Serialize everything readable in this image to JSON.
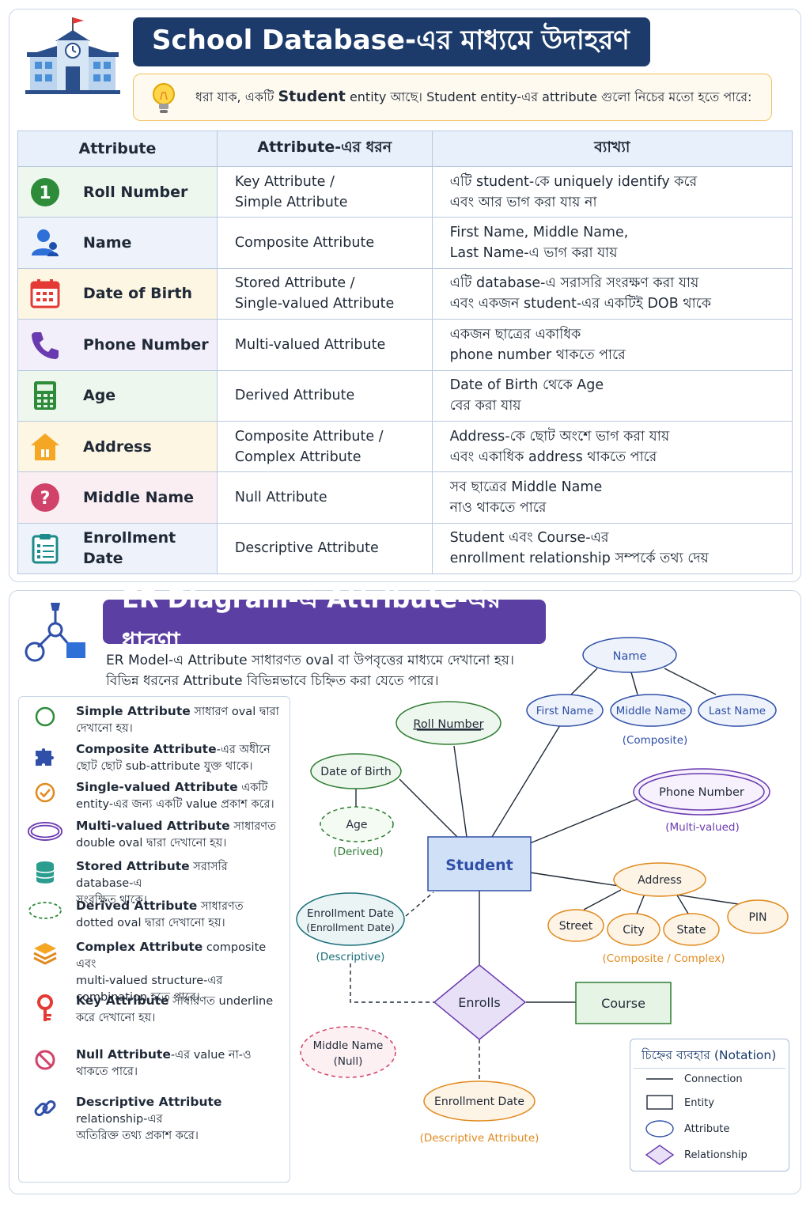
{
  "top": {
    "title": "School Database-এর মাধ্যমে উদাহরণ",
    "intro_pre": "ধরা যাক, একটি ",
    "intro_bold": "Student",
    "intro_post": " entity আছে। Student entity-এর attribute গুলো নিচের মতো হতে পারে:",
    "table": {
      "headers": [
        "Attribute",
        "Attribute-এর ধরন",
        "ব্যাখ্যা"
      ],
      "rows": [
        {
          "icon": "number-one-icon",
          "name": "Roll Number",
          "type": [
            "Key Attribute /",
            "Simple Attribute"
          ],
          "desc": [
            "এটি student-কে uniquely identify করে",
            "এবং আর ভাগ করা যায় না"
          ]
        },
        {
          "icon": "user-icon",
          "name": "Name",
          "type": [
            "Composite Attribute"
          ],
          "desc": [
            "First Name, Middle Name,",
            "Last Name-এ ভাগ করা যায়"
          ]
        },
        {
          "icon": "calendar-icon",
          "name": "Date of Birth",
          "type": [
            "Stored Attribute /",
            "Single-valued Attribute"
          ],
          "desc": [
            "এটি database-এ সরাসরি সংরক্ষণ করা যায়",
            "এবং একজন student-এর একটিই DOB থাকে"
          ]
        },
        {
          "icon": "phone-icon",
          "name": "Phone Number",
          "type": [
            "Multi-valued Attribute"
          ],
          "desc": [
            "একজন ছাত্রের একাধিক",
            "phone number থাকতে পারে"
          ]
        },
        {
          "icon": "calculator-icon",
          "name": "Age",
          "type": [
            "Derived Attribute"
          ],
          "desc": [
            "Date of Birth থেকে Age",
            "বের করা যায়"
          ]
        },
        {
          "icon": "house-icon",
          "name": "Address",
          "type": [
            "Composite Attribute /",
            "Complex Attribute"
          ],
          "desc": [
            "Address-কে ছোট অংশে ভাগ করা যায়",
            "এবং একাধিক address থাকতে পারে"
          ]
        },
        {
          "icon": "question-icon",
          "name": "Middle Name",
          "type": [
            "Null Attribute"
          ],
          "desc": [
            "সব ছাত্রের Middle Name",
            "নাও থাকতে পারে"
          ]
        },
        {
          "icon": "clipboard-icon",
          "name": "Enrollment Date",
          "type": [
            "Descriptive Attribute"
          ],
          "desc": [
            "Student এবং Course-এর",
            "enrollment relationship সম্পর্কে তথ্য দেয়"
          ]
        }
      ]
    },
    "colors": {
      "banner": "#1c3b6b",
      "table_header": "#e8f0fb",
      "row_tints": [
        "#eef7ee",
        "#eef3fb",
        "#fdf6e3",
        "#f3effa",
        "#eef7ee",
        "#fdf6e3",
        "#fbeef2",
        "#eef3fb"
      ]
    }
  },
  "bottom": {
    "title": "ER Diagram-এ Attribute-এর ধারণা",
    "desc": [
      "ER Model-এ Attribute সাধারণত oval বা উপবৃত্তের মাধ্যমে দেখানো হয়।",
      "বিভিন্ন ধরনের Attribute বিভিন্নভাবে চিহ্নিত করা যেতে পারে।"
    ],
    "legend": [
      {
        "icon": "circle-icon",
        "bold": "Simple Attribute",
        "lines": [
          " সাধারণ oval দ্বারা",
          "দেখানো হয়।"
        ]
      },
      {
        "icon": "puzzle-icon",
        "bold": "Composite Attribute",
        "lines": [
          "-এর অধীনে",
          "ছোট ছোট sub-attribute যুক্ত থাকে।"
        ]
      },
      {
        "icon": "check-circle-icon",
        "bold": "Single-valued Attribute",
        "lines": [
          " একটি",
          "entity-এর জন্য একটি value প্রকাশ করে।"
        ]
      },
      {
        "icon": "double-oval-icon",
        "bold": "Multi-valued Attribute",
        "lines": [
          " সাধারণত",
          "double oval দ্বারা দেখানো হয়।"
        ]
      },
      {
        "icon": "database-icon",
        "bold": "Stored Attribute",
        "lines": [
          " সরাসরি database-এ",
          "সংরক্ষিত থাকে।"
        ]
      },
      {
        "icon": "dashed-oval-icon",
        "bold": "Derived Attribute",
        "lines": [
          " সাধারণত",
          "dotted oval দ্বারা দেখানো হয়।"
        ]
      },
      {
        "icon": "layers-icon",
        "bold": "Complex Attribute",
        "lines": [
          " composite এবং",
          "multi-valued structure-এর",
          "combination হতে পারে।"
        ]
      },
      {
        "icon": "key-icon",
        "bold": "Key Attribute",
        "lines": [
          " সাধারণত underline",
          "করে দেখানো হয়।"
        ]
      },
      {
        "icon": "prohibited-icon",
        "bold": "Null Attribute",
        "lines": [
          "-এর value না-ও",
          "থাকতে পারে।"
        ]
      },
      {
        "icon": "link-icon",
        "bold": "Descriptive Attribute",
        "lines": [
          " relationship-এর",
          "অতিরিক্ত তথ্য প্রকাশ করে।"
        ]
      }
    ],
    "diagram": {
      "name": "Name",
      "first_name": "First Name",
      "middle_name": "Middle Name",
      "last_name": "Last Name",
      "composite_label": "(Composite)",
      "roll_number": "Roll Number",
      "dob": "Date of Birth",
      "age": "Age",
      "derived_label": "(Derived)",
      "phone": "Phone Number",
      "multi_label": "(Multi-valued)",
      "student": "Student",
      "address": "Address",
      "street": "Street",
      "city": "City",
      "state": "State",
      "pin": "PIN",
      "complex_label": "(Composite / Complex)",
      "enroll_date_1": "Enrollment Date",
      "enroll_date_2": "(Enrollment Date)",
      "descriptive_label": "(Descriptive)",
      "enrolls": "Enrolls",
      "course": "Course",
      "middle_null_1": "Middle Name",
      "middle_null_2": "(Null)",
      "enroll_date_bottom": "Enrollment Date",
      "descriptive_attr_label": "(Descriptive Attribute)"
    },
    "notation": {
      "title": "চিহ্নের ব্যবহার (Notation)",
      "items": [
        "Connection",
        "Entity",
        "Attribute",
        "Relationship"
      ]
    },
    "colors": {
      "banner": "#5b3fa3",
      "entity_fill": "#cfe0f7",
      "green": "#2e7d32",
      "blue": "#2f4fa8",
      "purple": "#6a3ab0",
      "orange": "#e08a1e",
      "pink": "#d0426a",
      "teal": "#1b6f7a"
    }
  }
}
